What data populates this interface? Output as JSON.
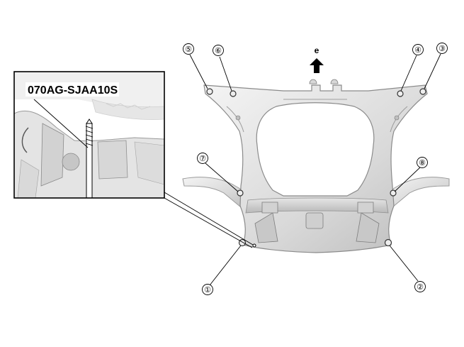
{
  "diagram": {
    "tool_label": "070AG-SJAA10S",
    "direction_label": "e",
    "callouts": [
      "①",
      "②",
      "③",
      "④",
      "⑤",
      "⑥",
      "⑦",
      "⑧"
    ]
  }
}
